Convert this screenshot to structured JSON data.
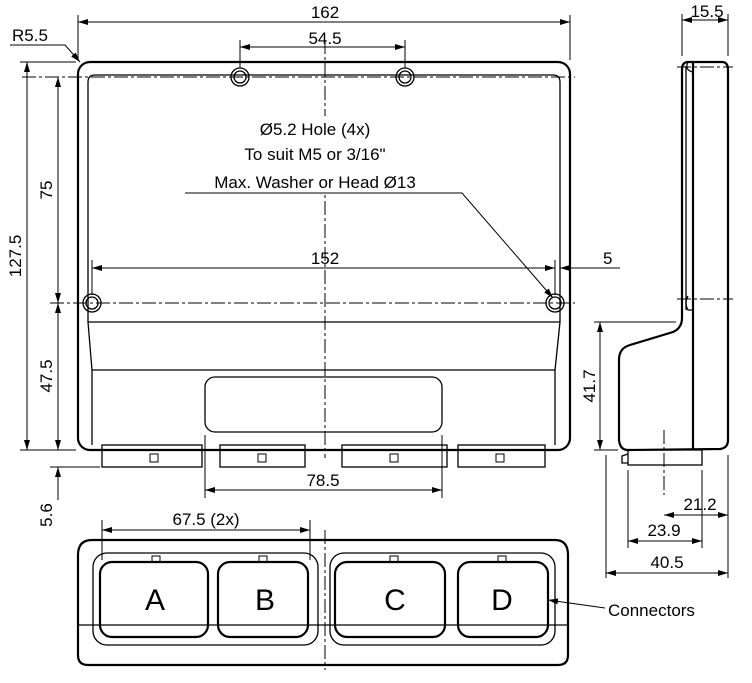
{
  "dimensions": {
    "overall_width": "162",
    "corner_radius": "R5.5",
    "top_hole_spacing": "54.5",
    "side_hole_spacing": "152",
    "hole_edge_offset": "5",
    "overall_height": "127.5",
    "top_to_side_holes": "75",
    "side_holes_to_bottom": "47.5",
    "connector_protrusion": "5.6",
    "connector_span": "78.5",
    "side_depth": "15.5",
    "side_lower_height": "41.7",
    "side_offset_a": "21.2",
    "side_offset_b": "23.9",
    "side_total_depth": "40.5",
    "connector_pitch": "67.5 (2x)"
  },
  "note": {
    "line1": "Ø5.2 Hole (4x)",
    "line2": "To suit M5 or 3/16\"",
    "line3": "Max. Washer or Head Ø13"
  },
  "connectors": {
    "label": "Connectors",
    "items": [
      "A",
      "B",
      "C",
      "D"
    ]
  }
}
